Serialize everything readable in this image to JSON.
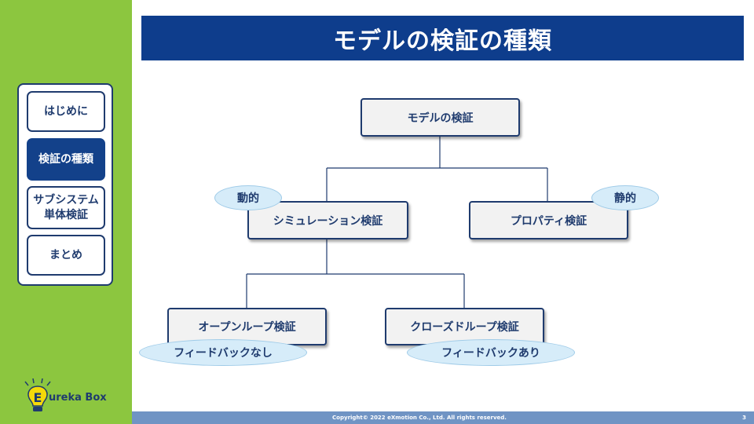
{
  "title": "モデルの検証の種類",
  "nav": {
    "items": [
      {
        "label": "はじめに",
        "active": false
      },
      {
        "label": "検証の種類",
        "active": true
      },
      {
        "label": "サブシステム単体検証",
        "active": false
      },
      {
        "label": "まとめ",
        "active": false
      }
    ]
  },
  "diagram": {
    "root": "モデルの検証",
    "sim": "シミュレーション検証",
    "prop": "プロパティ検証",
    "open": "オープンループ検証",
    "closed": "クローズドループ検証",
    "badge_dynamic": "動的",
    "badge_static": "静的",
    "badge_no_feedback": "フィードバックなし",
    "badge_feedback": "フィードバックあり"
  },
  "footer": {
    "copyright": "Copyright© 2022 eXmotion Co., Ltd. All rights reserved.",
    "page": "3"
  },
  "logo": {
    "text": "ureka Box",
    "letter": "E"
  },
  "colors": {
    "sidebar": "#8cc63f",
    "title_bar": "#0e3d8c",
    "footer": "#7094c4",
    "navy": "#1f3b6e",
    "bubble": "#d6ecf9"
  }
}
